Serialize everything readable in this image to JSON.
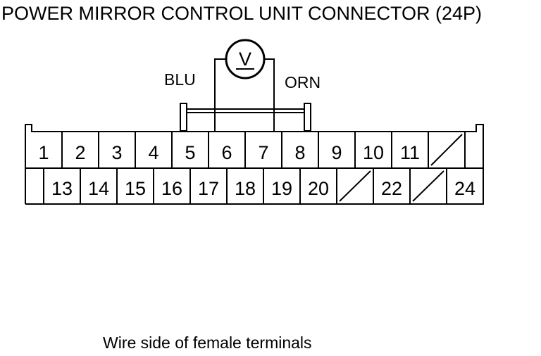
{
  "title": "POWER MIRROR CONTROL UNIT CONNECTOR (24P)",
  "caption": "Wire side of female terminals",
  "meter": {
    "icon": "voltmeter-icon",
    "symbol": "V"
  },
  "wires": {
    "left": "BLU",
    "right": "ORN"
  },
  "connector": {
    "row1": [
      "1",
      "2",
      "3",
      "4",
      "5",
      "6",
      "7",
      "8",
      "9",
      "10",
      "11",
      ""
    ],
    "row2": [
      "",
      "13",
      "14",
      "15",
      "16",
      "17",
      "18",
      "19",
      "20",
      "",
      "22",
      "",
      "24"
    ],
    "empty_cavities": [
      "12",
      "21",
      "23"
    ]
  }
}
